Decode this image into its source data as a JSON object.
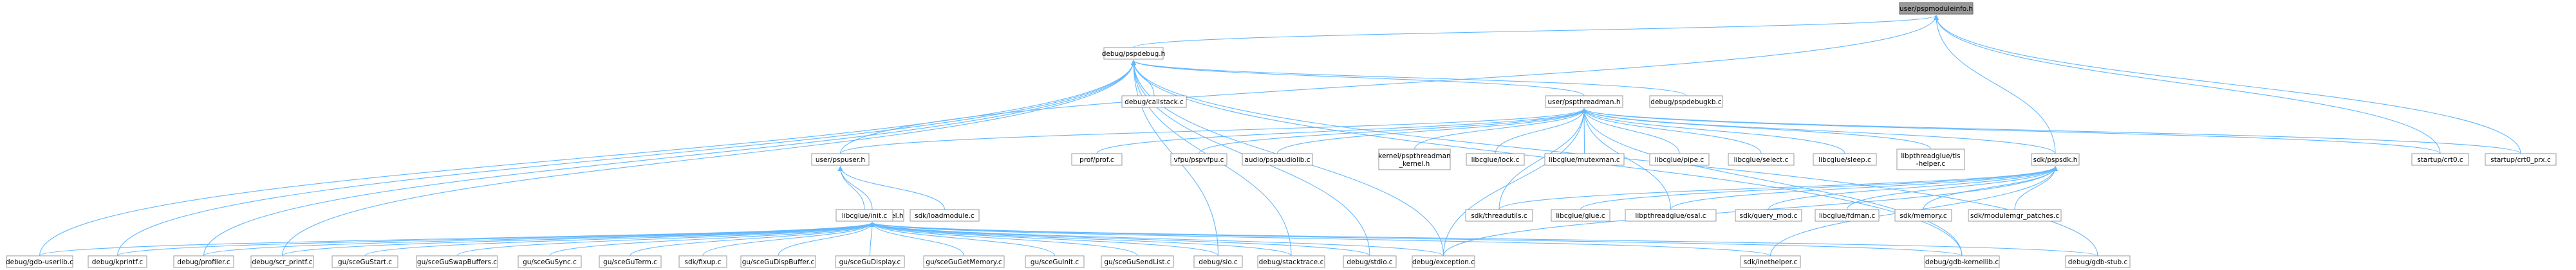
{
  "diagram": {
    "type": "dependency-graph",
    "colors": {
      "edge": "#63b8ff",
      "node_border": "#999999",
      "root_fill": "#999999"
    },
    "nodes": [
      {
        "id": "root",
        "label": [
          "user/pspmoduleinfo.h"
        ]
      },
      {
        "id": "pspdebug",
        "label": [
          "debug/pspdebug.h"
        ]
      },
      {
        "id": "callstack",
        "label": [
          "debug/callstack.c"
        ]
      },
      {
        "id": "pthreadman",
        "label": [
          "user/pspthreadman.h"
        ]
      },
      {
        "id": "pspdebugkb",
        "label": [
          "debug/pspdebugkb.c"
        ]
      },
      {
        "id": "pspsdk",
        "label": [
          "sdk/pspsdk.h"
        ]
      },
      {
        "id": "crt0",
        "label": [
          "startup/crt0.c"
        ]
      },
      {
        "id": "crt0prx",
        "label": [
          "startup/crt0_prx.c"
        ]
      },
      {
        "id": "pspuser",
        "label": [
          "user/pspuser.h"
        ]
      },
      {
        "id": "profprof",
        "label": [
          "prof/prof.c"
        ]
      },
      {
        "id": "vfpu",
        "label": [
          "vfpu/pspvfpu.c"
        ]
      },
      {
        "id": "audiolib",
        "label": [
          "audio/pspaudiolib.c"
        ]
      },
      {
        "id": "kpthreadman",
        "label": [
          "kernel/pspthreadman",
          "_kernel.h"
        ]
      },
      {
        "id": "lock",
        "label": [
          "libcglue/lock.c"
        ]
      },
      {
        "id": "mutexman",
        "label": [
          "libcglue/mutexman.c"
        ]
      },
      {
        "id": "pipe",
        "label": [
          "libcglue/pipe.c"
        ]
      },
      {
        "id": "select",
        "label": [
          "libcglue/select.c"
        ]
      },
      {
        "id": "sleep",
        "label": [
          "libcglue/sleep.c"
        ]
      },
      {
        "id": "pthreadtls",
        "label": [
          "libpthreadglue/tls",
          "-helper.c"
        ]
      },
      {
        "id": "pspkernel",
        "label": [
          "kernel/pspkernel.h"
        ]
      },
      {
        "id": "init",
        "label": [
          "libcglue/init.c"
        ]
      },
      {
        "id": "loadmodule",
        "label": [
          "sdk/loadmodule.c"
        ]
      },
      {
        "id": "threadutils",
        "label": [
          "sdk/threadutils.c"
        ]
      },
      {
        "id": "glue",
        "label": [
          "libcglue/glue.c"
        ]
      },
      {
        "id": "osal",
        "label": [
          "libpthreadglue/osal.c"
        ]
      },
      {
        "id": "querymod",
        "label": [
          "sdk/query_mod.c"
        ]
      },
      {
        "id": "fdman",
        "label": [
          "libcglue/fdman.c"
        ]
      },
      {
        "id": "memory",
        "label": [
          "sdk/memory.c"
        ]
      },
      {
        "id": "modulemgr",
        "label": [
          "sdk/modulemgr_patches.c"
        ]
      },
      {
        "id": "gdbuserlib",
        "label": [
          "debug/gdb-userlib.c"
        ]
      },
      {
        "id": "kprintf",
        "label": [
          "debug/kprintf.c"
        ]
      },
      {
        "id": "profiler",
        "label": [
          "debug/profiler.c"
        ]
      },
      {
        "id": "scrprintf",
        "label": [
          "debug/scr_printf.c"
        ]
      },
      {
        "id": "gustart",
        "label": [
          "gu/sceGuStart.c"
        ]
      },
      {
        "id": "guswap",
        "label": [
          "gu/sceGuSwapBuffers.c"
        ]
      },
      {
        "id": "gusync",
        "label": [
          "gu/sceGuSync.c"
        ]
      },
      {
        "id": "guterm",
        "label": [
          "gu/sceGuTerm.c"
        ]
      },
      {
        "id": "fixup",
        "label": [
          "sdk/fixup.c"
        ]
      },
      {
        "id": "gudisp",
        "label": [
          "gu/sceGuDispBuffer.c"
        ]
      },
      {
        "id": "gudisplay",
        "label": [
          "gu/sceGuDisplay.c"
        ]
      },
      {
        "id": "gugetmem",
        "label": [
          "gu/sceGuGetMemory.c"
        ]
      },
      {
        "id": "guinit",
        "label": [
          "gu/sceGuInit.c"
        ]
      },
      {
        "id": "gusendlist",
        "label": [
          "gu/sceGuSendList.c"
        ]
      },
      {
        "id": "sio",
        "label": [
          "debug/sio.c"
        ]
      },
      {
        "id": "stacktrace",
        "label": [
          "debug/stacktrace.c"
        ]
      },
      {
        "id": "stdio",
        "label": [
          "debug/stdio.c"
        ]
      },
      {
        "id": "exception",
        "label": [
          "debug/exception.c"
        ]
      },
      {
        "id": "inethelper",
        "label": [
          "sdk/inethelper.c"
        ]
      },
      {
        "id": "gdbkernellib",
        "label": [
          "debug/gdb-kernellib.c"
        ]
      },
      {
        "id": "gdbstub",
        "label": [
          "debug/gdb-stub.c"
        ]
      }
    ],
    "edges": [
      {
        "from": "pspdebug",
        "to": "root"
      },
      {
        "from": "pspsdk",
        "to": "root"
      },
      {
        "from": "crt0",
        "to": "root"
      },
      {
        "from": "crt0prx",
        "to": "root"
      },
      {
        "from": "pspuser",
        "to": "root"
      },
      {
        "from": "callstack",
        "to": "pspdebug"
      },
      {
        "from": "pspdebugkb",
        "to": "pspdebug"
      },
      {
        "from": "pthreadman",
        "to": "pspdebug"
      },
      {
        "from": "gdbuserlib",
        "to": "pspdebug"
      },
      {
        "from": "kprintf",
        "to": "pspdebug"
      },
      {
        "from": "profiler",
        "to": "pspdebug"
      },
      {
        "from": "scrprintf",
        "to": "pspdebug"
      },
      {
        "from": "sio",
        "to": "pspdebug"
      },
      {
        "from": "stacktrace",
        "to": "pspdebug"
      },
      {
        "from": "stdio",
        "to": "pspdebug"
      },
      {
        "from": "exception",
        "to": "pspdebug"
      },
      {
        "from": "gdbkernellib",
        "to": "pspdebug"
      },
      {
        "from": "gdbstub",
        "to": "pspdebug"
      },
      {
        "from": "pspuser",
        "to": "pthreadman"
      },
      {
        "from": "profprof",
        "to": "pthreadman"
      },
      {
        "from": "vfpu",
        "to": "pthreadman"
      },
      {
        "from": "audiolib",
        "to": "pthreadman"
      },
      {
        "from": "kpthreadman",
        "to": "pthreadman"
      },
      {
        "from": "lock",
        "to": "pthreadman"
      },
      {
        "from": "mutexman",
        "to": "pthreadman"
      },
      {
        "from": "pipe",
        "to": "pthreadman"
      },
      {
        "from": "select",
        "to": "pthreadman"
      },
      {
        "from": "sleep",
        "to": "pthreadman"
      },
      {
        "from": "pthreadtls",
        "to": "pthreadman"
      },
      {
        "from": "pspsdk",
        "to": "pthreadman"
      },
      {
        "from": "crt0",
        "to": "pthreadman"
      },
      {
        "from": "crt0prx",
        "to": "pthreadman"
      },
      {
        "from": "threadutils",
        "to": "pthreadman"
      },
      {
        "from": "osal",
        "to": "pthreadman"
      },
      {
        "from": "exception",
        "to": "pthreadman"
      },
      {
        "from": "gdbkernellib",
        "to": "pthreadman"
      },
      {
        "from": "pspkernel",
        "to": "pspuser"
      },
      {
        "from": "init",
        "to": "pspuser"
      },
      {
        "from": "loadmodule",
        "to": "pspuser"
      },
      {
        "from": "threadutils",
        "to": "pspsdk"
      },
      {
        "from": "glue",
        "to": "pspsdk"
      },
      {
        "from": "osal",
        "to": "pspsdk"
      },
      {
        "from": "querymod",
        "to": "pspsdk"
      },
      {
        "from": "fdman",
        "to": "pspsdk"
      },
      {
        "from": "memory",
        "to": "pspsdk"
      },
      {
        "from": "modulemgr",
        "to": "pspsdk"
      },
      {
        "from": "inethelper",
        "to": "pspsdk"
      },
      {
        "from": "exception",
        "to": "pspsdk"
      },
      {
        "from": "gdbuserlib",
        "to": "pspkernel"
      },
      {
        "from": "kprintf",
        "to": "pspkernel"
      },
      {
        "from": "profiler",
        "to": "pspkernel"
      },
      {
        "from": "scrprintf",
        "to": "pspkernel"
      },
      {
        "from": "gustart",
        "to": "pspkernel"
      },
      {
        "from": "guswap",
        "to": "pspkernel"
      },
      {
        "from": "gusync",
        "to": "pspkernel"
      },
      {
        "from": "guterm",
        "to": "pspkernel"
      },
      {
        "from": "fixup",
        "to": "pspkernel"
      },
      {
        "from": "gudisp",
        "to": "pspkernel"
      },
      {
        "from": "gudisplay",
        "to": "pspkernel"
      },
      {
        "from": "gugetmem",
        "to": "pspkernel"
      },
      {
        "from": "guinit",
        "to": "pspkernel"
      },
      {
        "from": "gusendlist",
        "to": "pspkernel"
      },
      {
        "from": "sio",
        "to": "pspkernel"
      },
      {
        "from": "stacktrace",
        "to": "pspkernel"
      },
      {
        "from": "stdio",
        "to": "pspkernel"
      },
      {
        "from": "exception",
        "to": "pspkernel"
      },
      {
        "from": "inethelper",
        "to": "pspkernel"
      },
      {
        "from": "gdbkernellib",
        "to": "pspkernel"
      },
      {
        "from": "gdbstub",
        "to": "pspkernel"
      }
    ]
  }
}
